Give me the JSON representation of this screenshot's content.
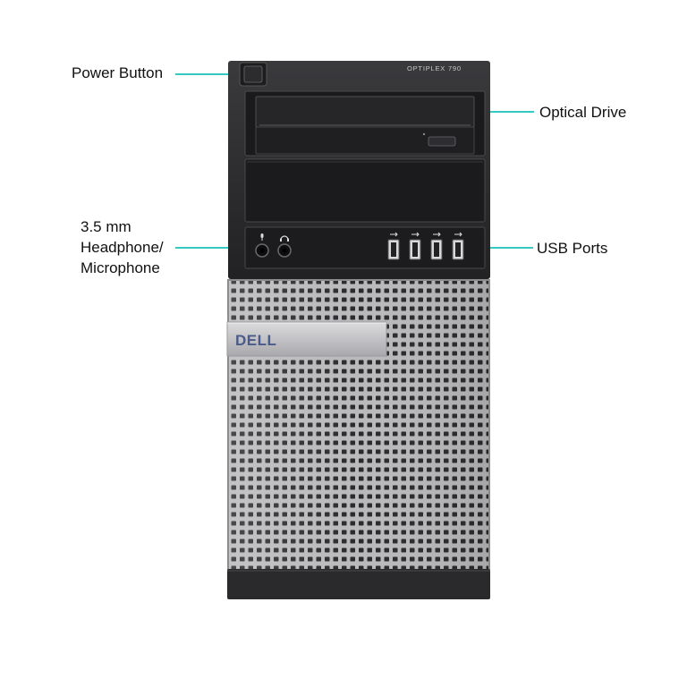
{
  "product": {
    "model_badge": "OPTIPLEX 790",
    "brand_logo": "DELL"
  },
  "callouts": {
    "power_button": "Power Button",
    "optical_drive": "Optical Drive",
    "audio_line1": "3.5 mm",
    "audio_line2": "Headphone/",
    "audio_line3": "Microphone",
    "usb_ports": "USB Ports"
  },
  "colors": {
    "leader_line": "#36c9c2",
    "bezel": "#2b2b2d",
    "mesh_panel": "#b9b9bc",
    "logo_plate": "#c8c8cb",
    "logo_text": "#4a5a8a"
  },
  "icons": {
    "usb": "usb-icon",
    "mic": "microphone-icon",
    "headphone": "headphone-icon"
  }
}
